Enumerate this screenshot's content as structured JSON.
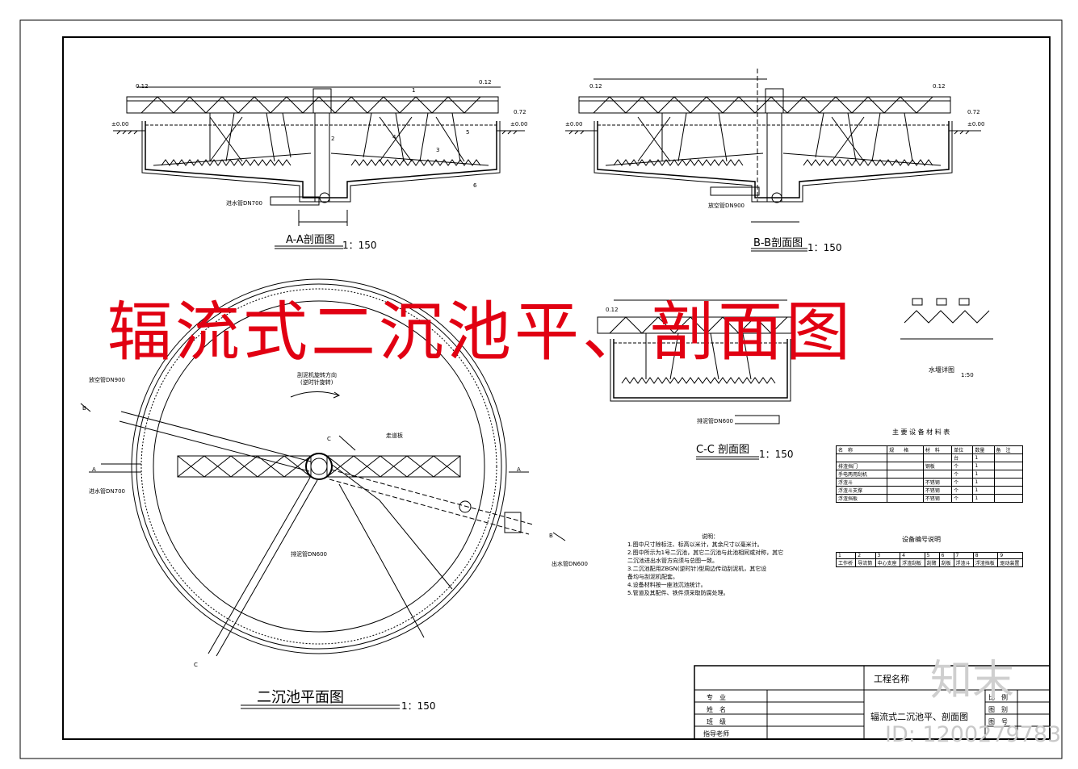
{
  "title": "辐流式二沉池平、剖面图",
  "views": {
    "section_a": {
      "title": "A-A剖面图",
      "scale": "1：150"
    },
    "section_b": {
      "title": "B-B剖面图",
      "scale": "1：150"
    },
    "section_c": {
      "title": "C-C 剖面图",
      "scale": "1：150"
    },
    "weir_detail": {
      "title": "水堰详图",
      "scale": "1:50"
    },
    "plan": {
      "title": "二沉池平面图",
      "scale": "1：150"
    }
  },
  "annotations": {
    "elev_plus": "0.12",
    "elev_zero": "±0.00",
    "elev_072": "0.72",
    "inlet_pipe": "进水管DN700",
    "drain_pipe": "放空管DN900",
    "sludge_pipe": "排泥管DN600",
    "outlet_pipe": "出水管DN600",
    "walkway": "走道板",
    "rotation": "刮泥机旋转方向",
    "rotation_sub": "(逆时针旋转)",
    "mark_a": "A",
    "mark_b": "B",
    "mark_c": "C",
    "num_1": "1",
    "num_2": "2",
    "num_3": "3",
    "num_4": "4",
    "num_5": "5",
    "num_6": "6"
  },
  "materials_table": {
    "title": "主 要 设 备 材 料 表",
    "headers": [
      "名　称",
      "规　　格",
      "材　料",
      "单位",
      "数量",
      "备　注"
    ],
    "rows": [
      [
        "",
        "",
        "",
        "台",
        "1",
        ""
      ],
      [
        "排渣挡门",
        "",
        "钢板",
        "个",
        "1",
        ""
      ],
      [
        "手电两用刮机",
        "",
        "",
        "个",
        "1",
        ""
      ],
      [
        "浮渣斗",
        "",
        "不锈钢",
        "个",
        "1",
        ""
      ],
      [
        "浮渣斗支撑",
        "",
        "不锈钢",
        "个",
        "1",
        ""
      ],
      [
        "浮渣挡板",
        "",
        "不锈钢",
        "个",
        "1",
        ""
      ]
    ]
  },
  "equipment_legend": {
    "title": "设备编号说明",
    "numbers": [
      "1",
      "2",
      "3",
      "4",
      "5",
      "6",
      "7",
      "8",
      "9"
    ],
    "names": [
      "工作桥",
      "导流筒",
      "中心支座",
      "浮渣刮板",
      "刮臂",
      "刮板",
      "浮渣斗",
      "浮渣挡板",
      "驱动装置"
    ]
  },
  "notes": {
    "heading": "说明：",
    "lines": [
      "1.图中尺寸除标注、标高以米计，其余尺寸以毫米计。",
      "2.图中所示为1号二沉池，其它二沉池与此池相同或对称，其它",
      "  二沉池进出水管方向须与总图一致。",
      "3.二沉池配用ZBGN(逆时针)型周边传动刮泥机，其它设",
      "  备均与刮泥机配套。",
      "4.设备材料按一座池沉池统计。",
      "5.管道及其配件、铁件须采取防腐处理。"
    ]
  },
  "title_block": {
    "project_label": "工程名称",
    "major": "专　业",
    "name": "姓　名",
    "class": "班　级",
    "advisor": "指导老师",
    "drawing_name": "辐流式二沉池平、剖面图",
    "scale_label": "比　例",
    "drawing_label": "图　别",
    "number_label": "图　号"
  },
  "watermark": {
    "logo": "知末",
    "id": "ID: 1200279783"
  }
}
